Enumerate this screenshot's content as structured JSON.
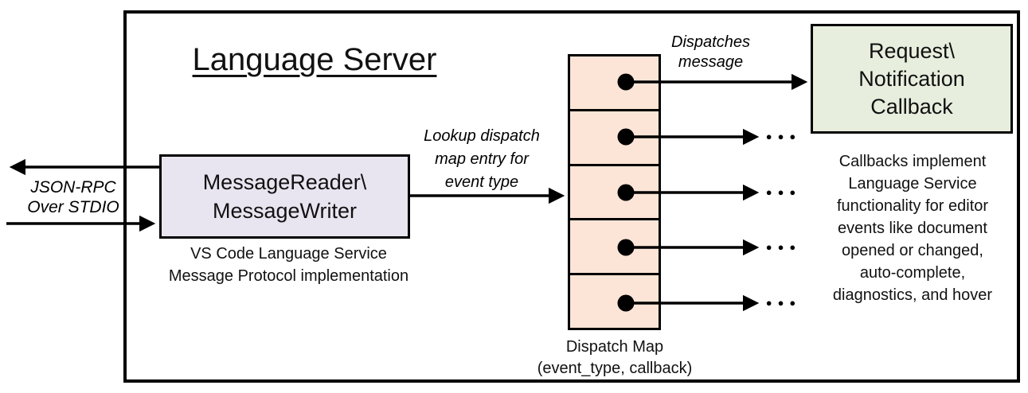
{
  "diagram": {
    "title": "Language Server",
    "io_label": {
      "lines": [
        "JSON-RPC",
        "Over STDIO"
      ]
    },
    "reader_box": {
      "lines": [
        "MessageReader\\",
        "MessageWriter"
      ]
    },
    "reader_caption": {
      "lines": [
        "VS Code Language Service",
        "Message Protocol implementation"
      ]
    },
    "lookup_label": {
      "lines": [
        "Lookup dispatch",
        "map entry for",
        "event type"
      ]
    },
    "dispatches_label": {
      "lines": [
        "Dispatches",
        "message"
      ]
    },
    "callback_box": {
      "lines": [
        "Request\\",
        "Notification",
        "Callback"
      ]
    },
    "callback_note": {
      "lines": [
        "Callbacks implement",
        "Language Service",
        "functionality for editor",
        "events like document",
        "opened or changed,",
        "auto-complete,",
        "diagnostics, and hover"
      ]
    },
    "dispatch_map": {
      "caption_lines": [
        "Dispatch Map",
        "(event_type, callback)"
      ],
      "row_count": "5"
    },
    "ellipsis": "●●●"
  },
  "colors": {
    "reader_fill": "#E8E5F0",
    "map_fill": "#FCE5D6",
    "callback_fill": "#E7EEDE",
    "line": "#000000"
  }
}
